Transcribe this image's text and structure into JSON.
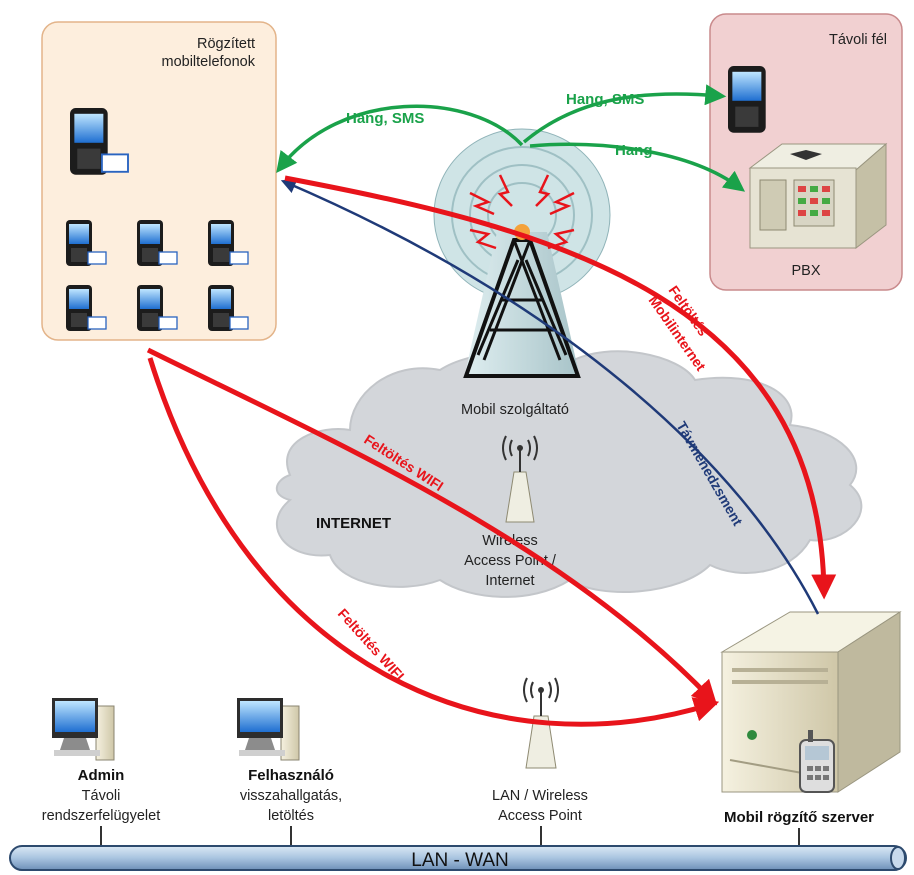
{
  "phones_group": {
    "title_line1": "Rögzített",
    "title_line2": "mobiltelefonok"
  },
  "remote_group": {
    "title": "Távoli fél",
    "pbx_label": "PBX"
  },
  "tower": {
    "label": "Mobil szolgáltató"
  },
  "cloud": {
    "label": "INTERNET"
  },
  "wap_internet": {
    "line1": "Wireless",
    "line2": "Access Point /",
    "line3": "Internet"
  },
  "lan_ap": {
    "line1": "LAN / Wireless",
    "line2": "Access Point"
  },
  "server": {
    "label": "Mobil rögzítő szerver"
  },
  "admin": {
    "title": "Admin",
    "line1": "Távoli",
    "line2": "rendszerfelügyelet"
  },
  "user": {
    "title": "Felhasználó",
    "line1": "visszahallgatás,",
    "line2": "letöltés"
  },
  "bus": {
    "label": "LAN - WAN"
  },
  "arrows": {
    "voice_sms_left": "Hang, SMS",
    "voice_sms_right": "Hang, SMS",
    "voice_pbx": "Hang",
    "upload_mobile_line1": "Feltöltés",
    "upload_mobile_line2": "Mobilinternet",
    "remote_mgmt": "Távmenedzsment",
    "upload_wifi_upper": "Feltöltés WIFI",
    "upload_wifi_lower": "Feltöltés WIFI"
  },
  "colors": {
    "upload_red": "#e8141b",
    "voice_green": "#1aa24a",
    "mgmt_blue": "#1f3a78",
    "phones_box_bg": "#fdeedd",
    "phones_box_border": "#e3b48a",
    "remote_box_bg": "#f1d0d1",
    "remote_box_border": "#c98a8c",
    "cloud_fill": "#d3d6da",
    "bus_fill": "#a9c4e0"
  }
}
